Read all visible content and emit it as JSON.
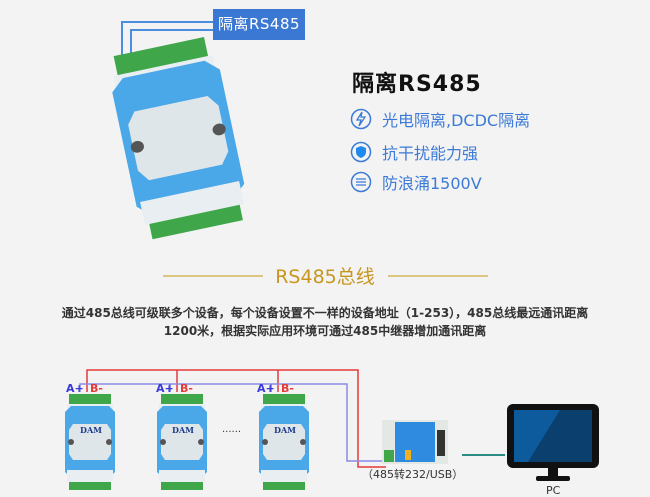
{
  "callout_label": "隔离RS485",
  "header": {
    "title": "隔离RS485"
  },
  "features": [
    {
      "icon": "lightning-icon",
      "text": "光电隔离,DCDC隔离"
    },
    {
      "icon": "shield-icon",
      "text": "抗干扰能力强"
    },
    {
      "icon": "surge-icon",
      "text": "防浪涌1500V"
    }
  ],
  "section": {
    "title": "RS485总线",
    "description_line1": "通过485总线可级联多个设备，每个设备设置不一样的设备地址（1-253），485总线最远通讯距离",
    "description_line2": "1200米，根据实际应用环境可通过485中继器增加通讯距离"
  },
  "diagram": {
    "a_label": "A+",
    "b_label": "B-",
    "device_brand": "DAM",
    "ellipsis": "......",
    "converter_label": "（485转232/USB）",
    "pc_label": "PC"
  },
  "colors": {
    "accent_blue": "#3c7ad8",
    "gold": "#c8961e",
    "wire_red": "#e53b3b",
    "wire_blue": "#6a6ae0"
  }
}
